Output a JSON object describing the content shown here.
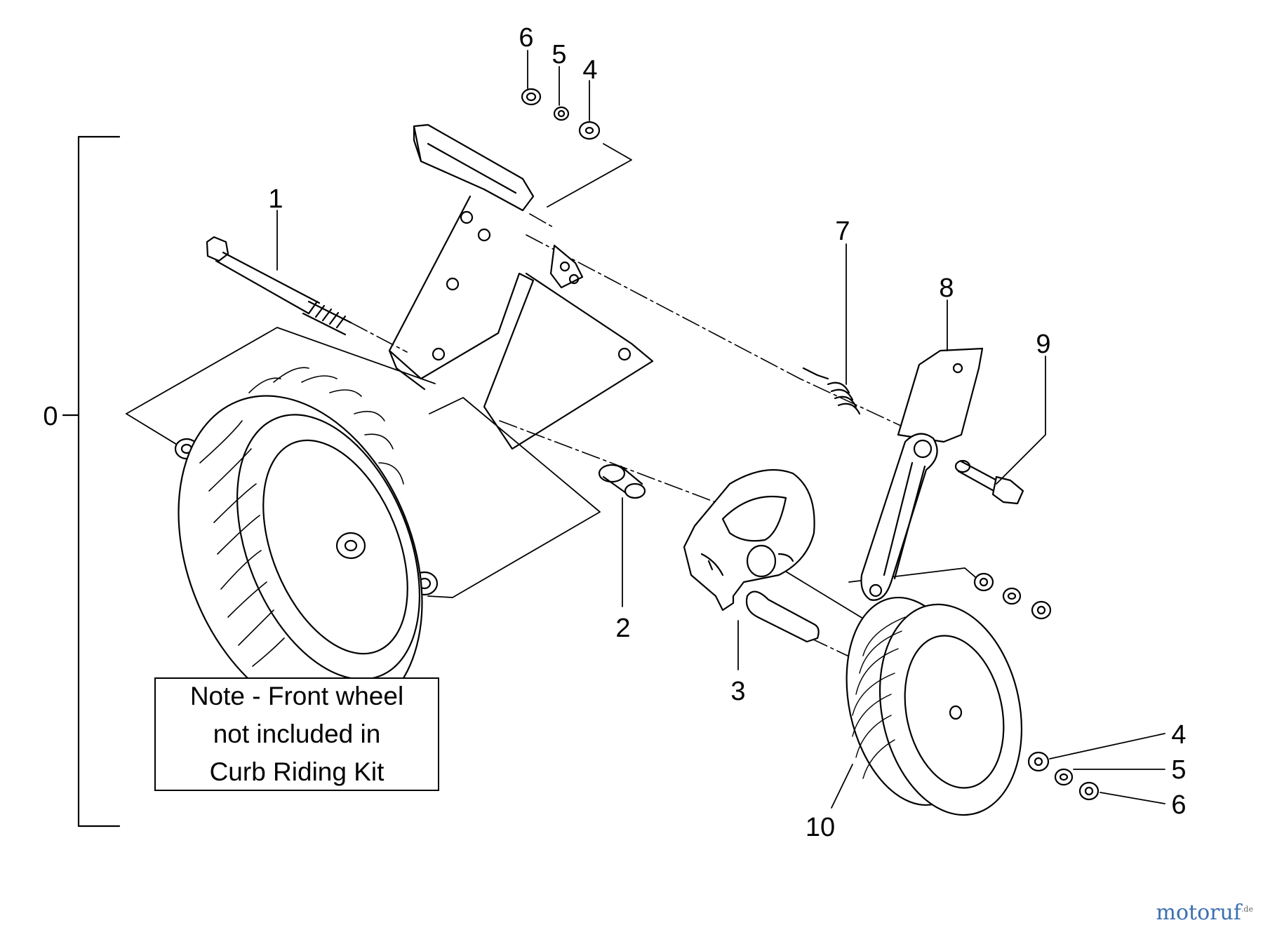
{
  "diagram": {
    "assembly_label": "0",
    "callouts": [
      "1",
      "2",
      "3",
      "4",
      "5",
      "6",
      "7",
      "8",
      "9",
      "10"
    ],
    "callouts_lower": {
      "four": "4",
      "five": "5",
      "six": "6"
    },
    "note_lines": [
      "Note - Front wheel",
      "not included in",
      "Curb Riding Kit"
    ],
    "watermark": {
      "text": "motoruf",
      "suffix": ".de"
    }
  }
}
